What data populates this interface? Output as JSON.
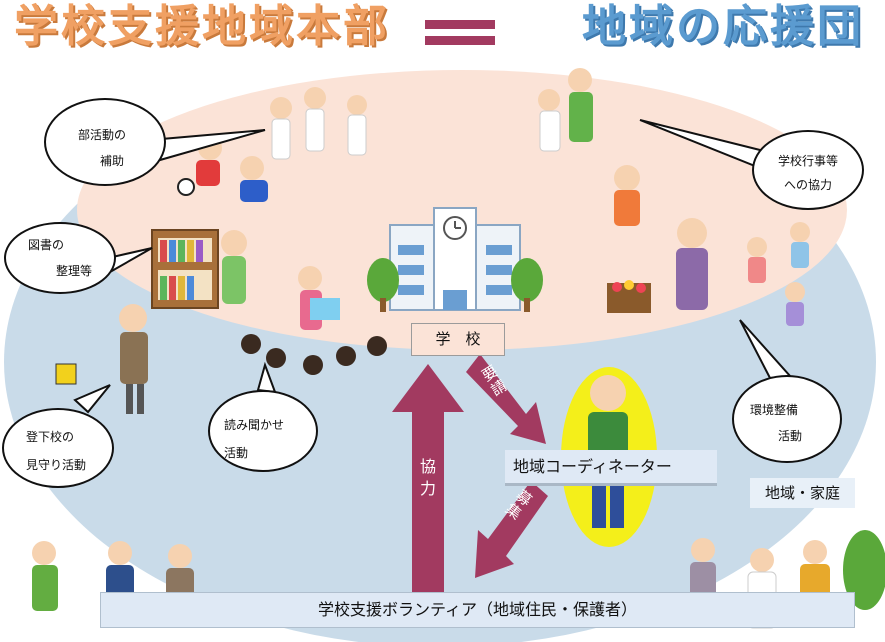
{
  "header": {
    "title_left": "学校支援地域本部",
    "title_right": "地域の応援団"
  },
  "bubbles": {
    "club": {
      "line1": "部活動の",
      "line2": "補助"
    },
    "events": {
      "line1": "学校行事等",
      "line2": "への協力"
    },
    "library": {
      "line1": "図書の",
      "line2": "整理等"
    },
    "patrol": {
      "line1": "登下校の",
      "line2": "見守り活動"
    },
    "reading": {
      "line1": "読み聞かせ",
      "line2": "活動"
    },
    "environment": {
      "line1": "環境整備",
      "line2": "活動"
    }
  },
  "nodes": {
    "school": "学　校",
    "coordinator": "地域コーディネーター",
    "community": "地域・家庭",
    "volunteers": "学校支援ボランティア（地域住民・保護者）"
  },
  "arrows": {
    "request": "要請",
    "cooperation": "協力",
    "recruit": "募集"
  },
  "colors": {
    "title_orange": "#f0a063",
    "title_blue": "#5b9bd0",
    "arrow": "#a23a60",
    "outer_ellipse": "#c9dbe9",
    "inner_ellipse": "#fbe3d7",
    "label_bar": "#dfe9f5",
    "coordinator_halo": "#f4ef1a"
  }
}
